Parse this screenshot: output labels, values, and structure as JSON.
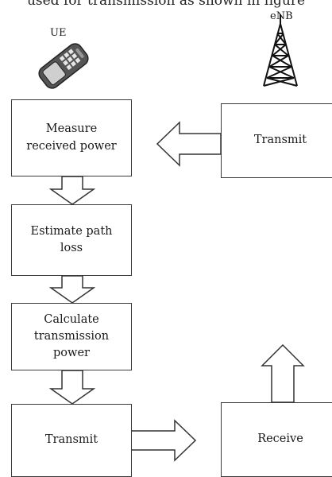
{
  "caption": "used for transmission as shown in figure",
  "nodes": {
    "ue_label": "UE",
    "enb_label": "eNB",
    "measure": "Measure\nreceived power",
    "estimate": "Estimate path\nloss",
    "calculate": "Calculate\ntransmission\npower",
    "ue_transmit": "Transmit",
    "enb_transmit": "Transmit",
    "enb_receive": "Receive"
  },
  "icons": {
    "ue": "mobile-phone-icon",
    "enb": "cell-tower-icon"
  }
}
